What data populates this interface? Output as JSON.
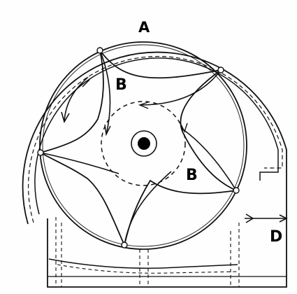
{
  "labels": {
    "casing": "A",
    "vane_upper": "B",
    "vane_lower": "B",
    "outlet": "D"
  },
  "colors": {
    "ink": "#111111",
    "paper": "#fefefe",
    "hub": "#000000"
  }
}
